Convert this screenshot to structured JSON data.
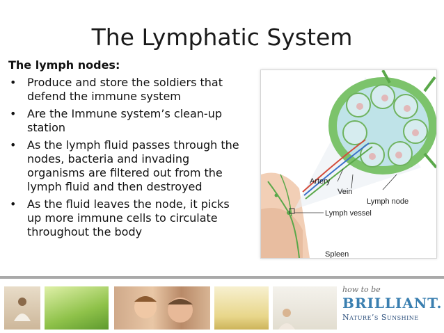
{
  "slide": {
    "title": "The Lymphatic System",
    "subheading": "The lymph nodes:",
    "bullets": [
      "Produce and store the soldiers that defend the immune system",
      "Are the Immune system’s clean-up station",
      "As the lymph fluid passes through the nodes, bacteria and invading organisms are filtered out from the lymph fluid and then destroyed",
      "As the fluid leaves the node, it picks up more immune cells to circulate throughout the body"
    ],
    "bullet_glyph": "•"
  },
  "figure": {
    "labels": {
      "artery": "Artery",
      "vein": "Vein",
      "lymph_node": "Lymph node",
      "lymph_vessel": "Lymph vessel",
      "spleen": "Spleen"
    }
  },
  "footer": {
    "brand": {
      "tagline": "how to be",
      "name": "BRILLIANT.",
      "company": "Nature’s Sunshine"
    }
  },
  "colors": {
    "node_green": "#7cc36b",
    "artery_red": "#d34b3a",
    "vein_blue": "#3b6fc9",
    "brand_blue": "#3a7fb0"
  }
}
